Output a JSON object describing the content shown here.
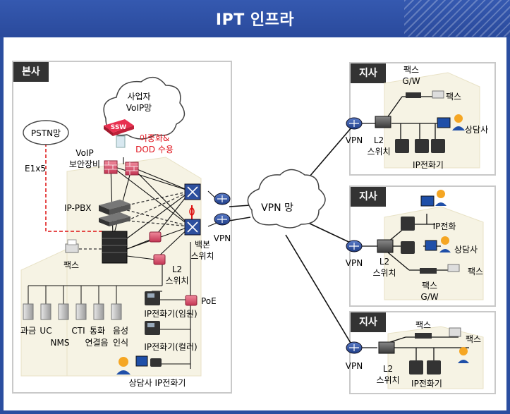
{
  "title": "IPT 인프라",
  "hq": {
    "tag": "본사",
    "provider_cloud": [
      "사업자",
      "VoIP망"
    ],
    "ssw": "SSW",
    "pstn": "PSTN망",
    "e1": "E1x5",
    "voip_security": [
      "VoIP",
      "보안장비"
    ],
    "redundancy": [
      "이중화&",
      "DOD 수용"
    ],
    "ippbx": "IP-PBX",
    "fax": "팩스",
    "backbone": [
      "백본",
      "스위치"
    ],
    "l2": [
      "L2",
      "스위치"
    ],
    "poe": "PoE",
    "vpn": "VPN",
    "servers": [
      "과금",
      "UC",
      "NMS",
      "CTI",
      "통화",
      "연결음",
      "음성",
      "인식"
    ],
    "phone_exec": "IP전화기(임원)",
    "phone_color": "IP전화기(컬러)",
    "agent_phone": "상담사 IP전화기"
  },
  "vpn_cloud": "VPN 망",
  "branch1": {
    "tag": "지사",
    "fax_gw": [
      "팩스",
      "G/W"
    ],
    "fax": "팩스",
    "agent": "상담사",
    "vpn": "VPN",
    "l2": [
      "L2",
      "스위치"
    ],
    "phone": "IP전화기"
  },
  "branch2": {
    "tag": "지사",
    "phone": "IP전화",
    "agent": "상담사",
    "vpn": "VPN",
    "l2": [
      "L2",
      "스위치"
    ],
    "fax": "팩스",
    "fax_gw": [
      "팩스",
      "G/W"
    ]
  },
  "branch3": {
    "tag": "지사",
    "fax": "팩스",
    "fax2": "팩스",
    "vpn": "VPN",
    "l2": [
      "L2",
      "스위치"
    ],
    "phone": "IP전화기"
  },
  "colors": {
    "frame": "#2b4ea0",
    "red_text": "#e0141e",
    "device_pink": "#e05a73",
    "router_blue": "#2d4f9e"
  }
}
